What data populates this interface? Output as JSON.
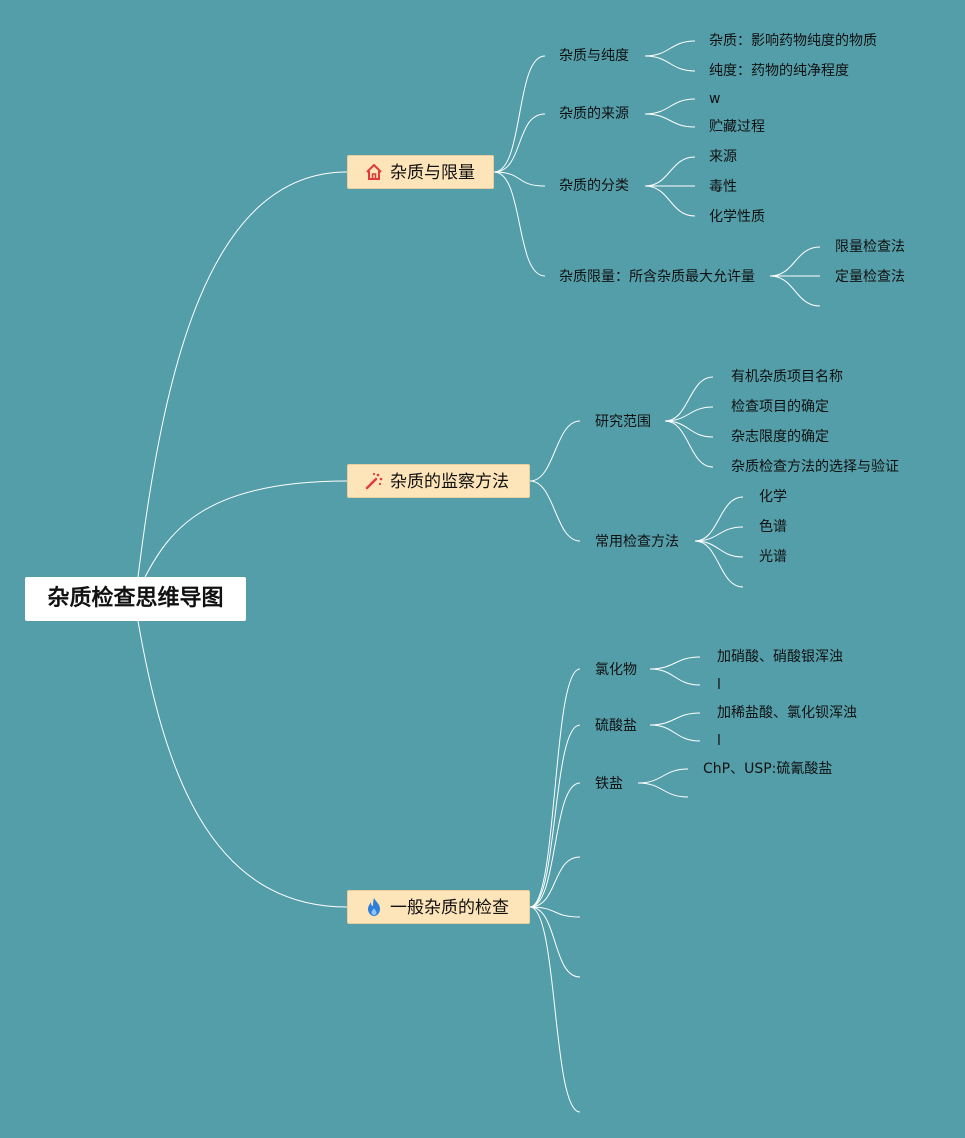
{
  "root": {
    "label": "杂质检查思维导图"
  },
  "branches": [
    {
      "label": "杂质与限量",
      "icon": "house-icon",
      "children": [
        {
          "label": "杂质与纯度",
          "children": [
            "杂质：影响药物纯度的物质",
            "纯度：药物的纯净程度"
          ]
        },
        {
          "label": "杂质的来源",
          "children": [
            "w",
            "贮藏过程"
          ]
        },
        {
          "label": "杂质的分类",
          "children": [
            "来源",
            "毒性",
            "化学性质"
          ]
        },
        {
          "label": "杂质限量：所含杂质最大允许量",
          "children": [
            "限量检查法",
            "定量检查法",
            ""
          ]
        }
      ]
    },
    {
      "label": "杂质的监察方法",
      "icon": "magic-wand-icon",
      "children": [
        {
          "label": "研究范围",
          "children": [
            "有机杂质项目名称",
            "检查项目的确定",
            "杂志限度的确定",
            "杂质检查方法的选择与验证"
          ]
        },
        {
          "label": "常用检查方法",
          "children": [
            "化学",
            "色谱",
            "光谱",
            ""
          ]
        }
      ]
    },
    {
      "label": "一般杂质的检查",
      "icon": "fire-icon",
      "children": [
        {
          "label": "氯化物",
          "children": [
            "加硝酸、硝酸银浑浊",
            "l"
          ]
        },
        {
          "label": "硫酸盐",
          "children": [
            "加稀盐酸、氯化钡浑浊",
            "l"
          ]
        },
        {
          "label": "铁盐",
          "children": [
            "ChP、USP:硫氰酸盐",
            ""
          ]
        },
        {
          "label": "",
          "children": []
        },
        {
          "label": "",
          "children": []
        },
        {
          "label": "",
          "children": []
        },
        {
          "label": "",
          "children": []
        }
      ]
    }
  ]
}
